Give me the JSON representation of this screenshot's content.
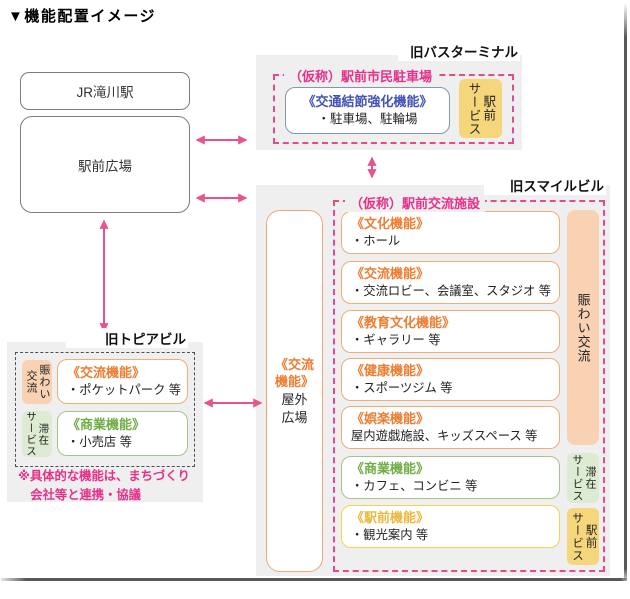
{
  "title": "▼機能配置イメージ",
  "nodes": {
    "jr_station": "JR滝川駅",
    "station_plaza": "駅前広場"
  },
  "bus_terminal": {
    "building_label": "旧バスターミナル",
    "facility_title": "（仮称）駅前市民駐車場",
    "function_box": {
      "title": "《交通結節強化機能》",
      "items": "・駐車場、駐輪場"
    },
    "category_badge": "駅前\nサービス"
  },
  "smile_bldg": {
    "building_label": "旧スマイルビル",
    "facility_title": "（仮称）駅前交流施設",
    "outdoor_box": {
      "title": "《交流\n機能》",
      "body": "屋外\n広場"
    },
    "functions": [
      {
        "title": "《文化機能》",
        "items": "・ホール",
        "color": "orange"
      },
      {
        "title": "《交流機能》",
        "items": "・交流ロビー、会議室、スタジオ 等",
        "color": "orange"
      },
      {
        "title": "《教育文化機能》",
        "items": "・ギャラリー 等",
        "color": "orange"
      },
      {
        "title": "《健康機能》",
        "items": "・スポーツジム 等",
        "color": "orange"
      },
      {
        "title": "《娯楽機能》",
        "items": "屋内遊戯施設、キッズスペース 等",
        "color": "orange"
      },
      {
        "title": "《商業機能》",
        "items": "・カフェ、コンビニ 等",
        "color": "green"
      },
      {
        "title": "《駅前機能》",
        "items": "・観光案内 等",
        "color": "yellow"
      }
    ],
    "badges": {
      "nigiwai": "賑わい交流",
      "taizai": "滞在\nサービス",
      "ekimae": "駅前\nサービス"
    }
  },
  "topia_bldg": {
    "building_label": "旧トピアビル",
    "badges": {
      "nigiwai": "賑わい\n交流",
      "taizai": "滞在\nサービス"
    },
    "functions": [
      {
        "title": "《交流機能》",
        "items": "・ポケットパーク 等",
        "color": "orange"
      },
      {
        "title": "《商業機能》",
        "items": "・小売店 等",
        "color": "green"
      }
    ],
    "note": "※具体的な機能は、まちづくり\n　会社等と連携・協議"
  },
  "colors": {
    "pink_accent": "#e8308a",
    "orange_accent": "#ed7d31",
    "green_accent": "#70ad47",
    "gold_accent": "#edb73e",
    "blue_accent": "#4152b8",
    "peach_fill": "#f9d2b3",
    "green_fill": "#dcebd1",
    "yellow_fill": "#f6d67a",
    "panel_gray": "#efefef"
  }
}
